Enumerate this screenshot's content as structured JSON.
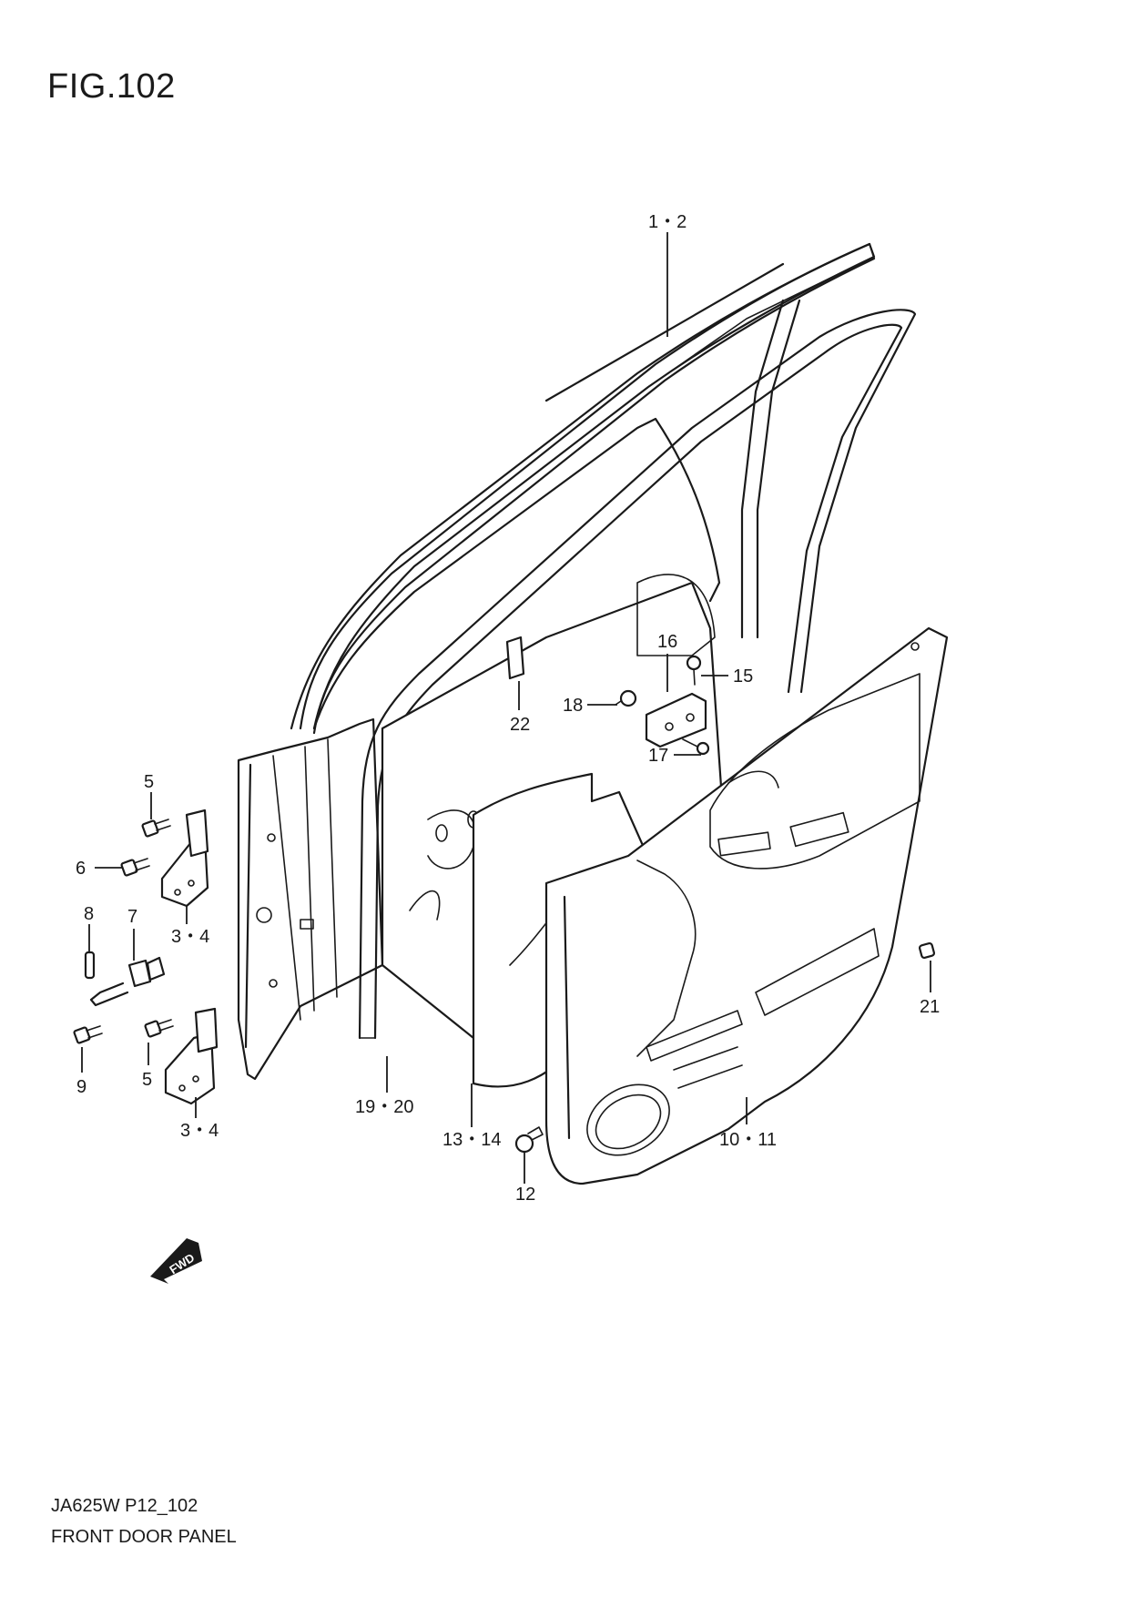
{
  "figure": {
    "title": "FIG.102"
  },
  "footer": {
    "code": "JA625W P12_102",
    "name": "FRONT DOOR PANEL"
  },
  "fwd_label": "FWD",
  "callouts": {
    "c1_2": "1・2",
    "c3_4_upper": "3・4",
    "c3_4_lower": "3・4",
    "c5_upper": "5",
    "c5_lower": "5",
    "c6": "6",
    "c7": "7",
    "c8": "8",
    "c9": "9",
    "c10_11": "10・11",
    "c12": "12",
    "c13_14": "13・14",
    "c15": "15",
    "c16": "16",
    "c17": "17",
    "c18": "18",
    "c19_20": "19・20",
    "c21": "21",
    "c22": "22"
  }
}
